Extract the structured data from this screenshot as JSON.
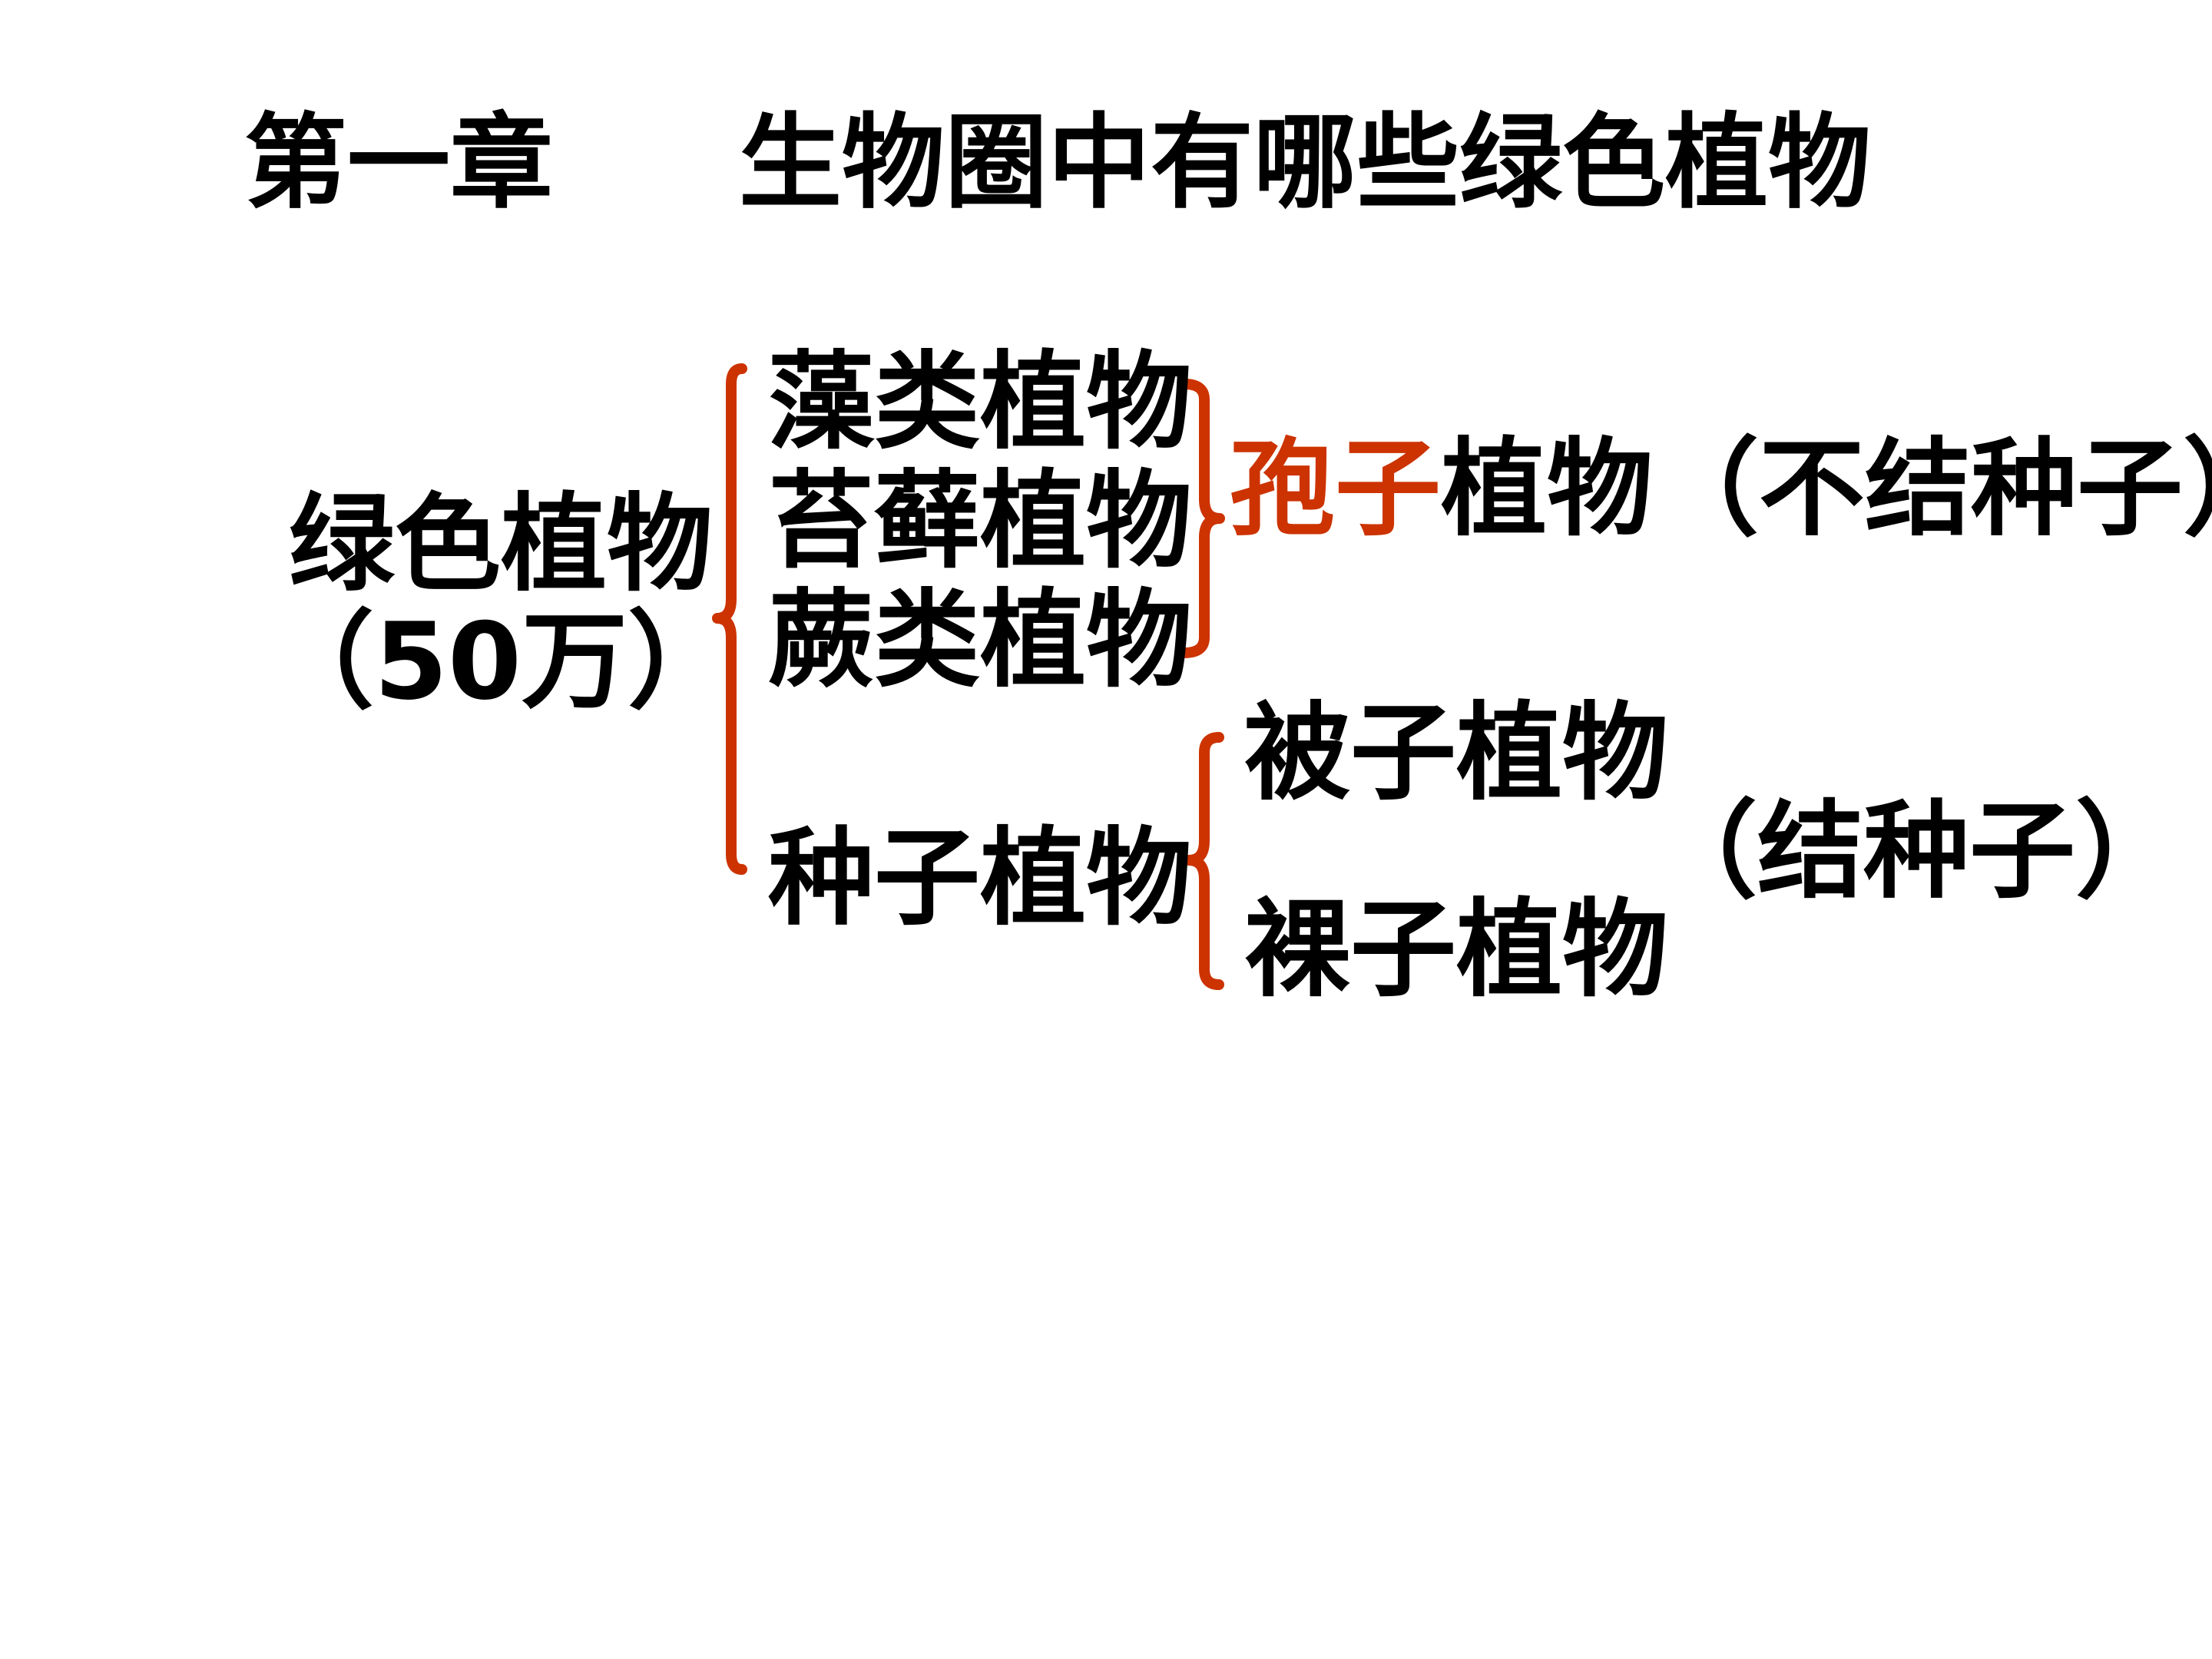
{
  "title": {
    "chapter": "第一章",
    "name": "生物圈中有哪些绿色植物"
  },
  "root": {
    "label": "绿色植物",
    "count": "（50万）"
  },
  "level1": {
    "algae": "藻类植物",
    "moss": "苔藓植物",
    "fern": "蕨类植物",
    "seed": "种子植物"
  },
  "spore_group": {
    "highlight": "孢子",
    "rest": "植物",
    "note": "（不结种子）"
  },
  "seed_group": {
    "angiosperm": "被子植物",
    "gymnosperm": "裸子植物",
    "note": "（结种子）"
  },
  "colors": {
    "text": "#000000",
    "accent": "#cc3300",
    "background": "#ffffff"
  }
}
